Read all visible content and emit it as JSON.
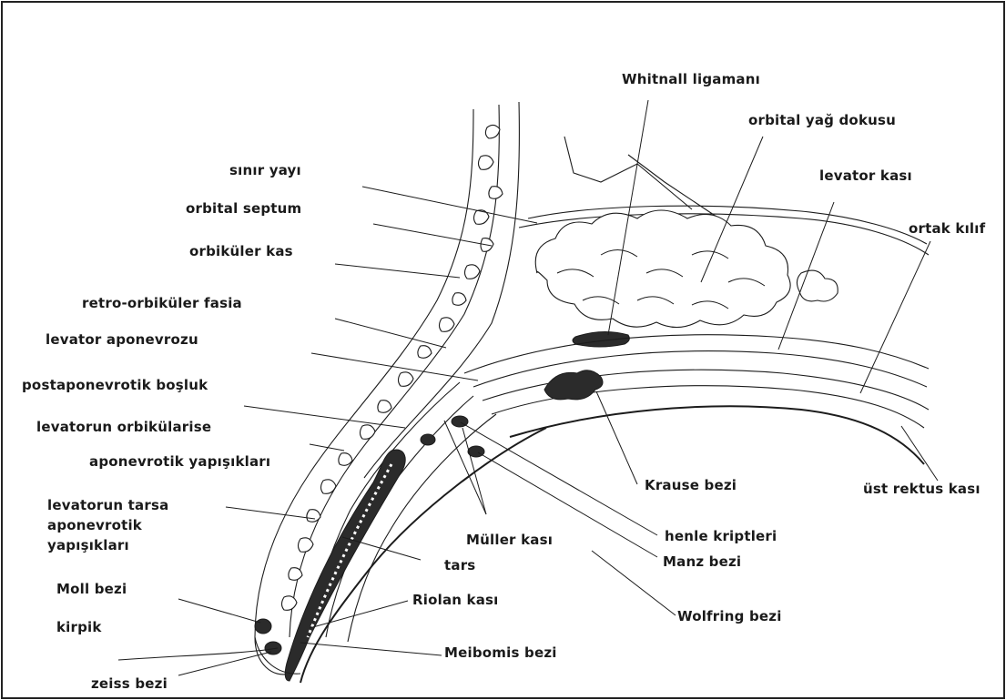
{
  "labels": {
    "whitnall": "Whitnall ligamanı",
    "orbital_fat": "orbital yağ dokusu",
    "levator_muscle": "levator kası",
    "common_sheath": "ortak kılıf",
    "arcus": "sınır yayı",
    "orbital_septum": "orbital septum",
    "orbicularis": "orbiküler kas",
    "retro_orbicularis": "retro-orbiküler fasia",
    "levator_aponeurosis": "levator aponevrozu",
    "postaponeurotic": "postaponevrotik boşluk",
    "orbicularis_attach_1": "levatorun orbikülarise",
    "orbicularis_attach_2": "aponevrotik yapışıkları",
    "tarsal_attach_1": "levatorun tarsa",
    "tarsal_attach_2": "aponevrotik",
    "tarsal_attach_3": "yapışıkları",
    "moll": "Moll bezi",
    "lash": "kirpik",
    "zeiss": "zeiss bezi",
    "krause": "Krause bezi",
    "superior_rectus": "üst rektus kası",
    "henle": "henle kriptleri",
    "muller": "Müller kası",
    "manz": "Manz bezi",
    "tarsus": "tars",
    "riolan": "Riolan kası",
    "wolfring": "Wolfring bezi",
    "meibomian": "Meibomis bezi"
  },
  "colors": {
    "ink": "#1c1c1c",
    "background": "#ffffff",
    "dark_fill": "#2b2b2b"
  }
}
